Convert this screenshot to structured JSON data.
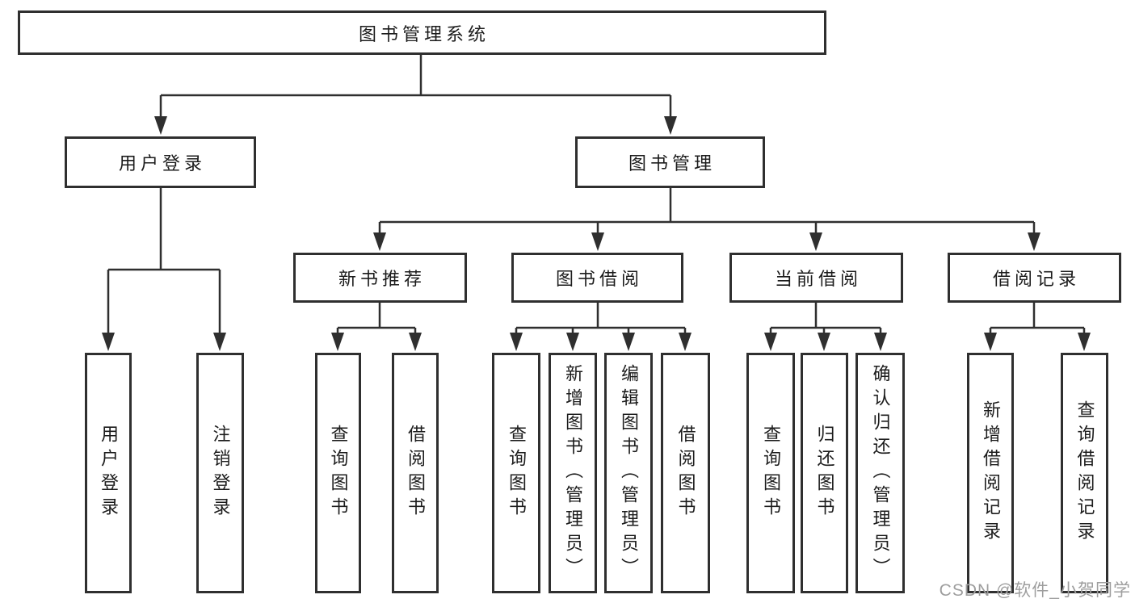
{
  "tree": {
    "label": "图书管理系统",
    "children": [
      {
        "label": "用户登录",
        "children": [
          {
            "label": "用户登录"
          },
          {
            "label": "注销登录"
          }
        ]
      },
      {
        "label": "图书管理",
        "children": [
          {
            "label": "新书推荐",
            "children": [
              {
                "label": "查询图书"
              },
              {
                "label": "借阅图书"
              }
            ]
          },
          {
            "label": "图书借阅",
            "children": [
              {
                "label": "查询图书"
              },
              {
                "label": "新增图书（管理员）"
              },
              {
                "label": "编辑图书（管理员）"
              },
              {
                "label": "借阅图书"
              }
            ]
          },
          {
            "label": "当前借阅",
            "children": [
              {
                "label": "查询图书"
              },
              {
                "label": "归还图书"
              },
              {
                "label": "确认归还（管理员）"
              }
            ]
          },
          {
            "label": "借阅记录",
            "children": [
              {
                "label": "新增借阅记录"
              },
              {
                "label": "查询借阅记录"
              }
            ]
          }
        ]
      }
    ]
  },
  "watermark": "CSDN @软件_小贺同学",
  "colors": {
    "line": "#2f2f2f",
    "text": "#1c1c1c",
    "watermark": "#9e9e9e",
    "background": "#ffffff"
  }
}
